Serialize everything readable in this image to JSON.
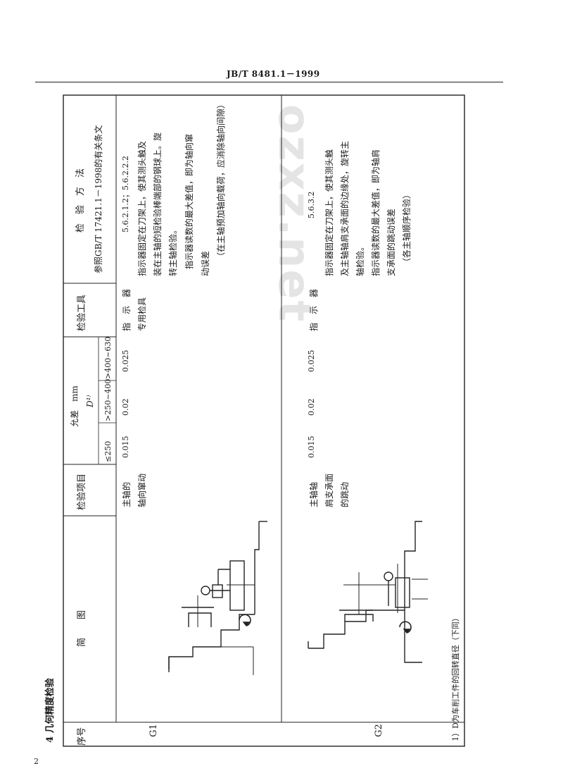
{
  "header": {
    "code": "JB/T 8481.1－1999"
  },
  "watermark": "ozxz.net",
  "page_number": "2",
  "section_title": "4  几何精度检验",
  "columns": {
    "seq": "序号",
    "diagram": "简　　图",
    "item": "检验项目",
    "tolerance": "允差　mm",
    "d_label": "D¹⁾",
    "ranges": [
      "≤250",
      ">250~400",
      ">400~630"
    ],
    "tool": "检验工具",
    "method_line1": "检　验　方　法",
    "method_line2": "参照GB/T 17421.1－1998的有关条文"
  },
  "rows": [
    {
      "seq": "G1",
      "item_lines": [
        "主轴的",
        "轴向窜动"
      ],
      "tolerances": [
        "0.015",
        "0.02",
        "0.025"
      ],
      "tool_lines": [
        "指　示　器",
        "专用检具"
      ],
      "method_lines": [
        "5.6.2.1.2；5.6.2.2.2",
        "指示器固定在刀架上，使其测头触及",
        "装在主轴的短检验棒端部的钢球上。旋",
        "转主轴检验。",
        "指示器读数的最大差值，即为轴向窜",
        "动误差",
        "（在主轴预加轴向载荷，应消除轴向间隙）"
      ]
    },
    {
      "seq": "G2",
      "item_lines": [
        "主轴轴",
        "肩支承面",
        "的跳动"
      ],
      "tolerances": [
        "0.015",
        "0.02",
        "0.025"
      ],
      "tool_lines": [
        "指　示　器"
      ],
      "method_lines": [
        "5.6.3.2",
        "指示器固定在刀架上，使其测头触",
        "及主轴轴肩支承面的边缘处，旋转主",
        "轴检验。",
        "指示器读数的最大差值，即为轴肩",
        "支承面的跳动误差",
        "（各主轴顺序检验）"
      ]
    }
  ],
  "footnote": "1）D为车削工件的回转直径（下同）"
}
